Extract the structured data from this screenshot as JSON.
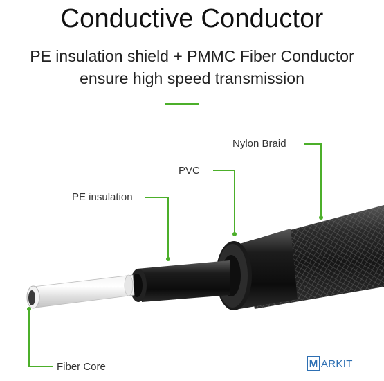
{
  "title": "Conductive Conductor",
  "subtitle_line1": "PE insulation shield + PMMC Fiber Conductor",
  "subtitle_line2": "ensure high speed transmission",
  "callouts": {
    "nylon_braid": "Nylon Braid",
    "pvc": "PVC",
    "pe_insulation": "PE insulation",
    "fiber_core": "Fiber Core"
  },
  "watermark": {
    "letter": "M",
    "text": "ARKIT"
  },
  "colors": {
    "accent": "#4caf2a",
    "title": "#111111",
    "callout": "#333333",
    "logo": "#2d6fb3"
  }
}
